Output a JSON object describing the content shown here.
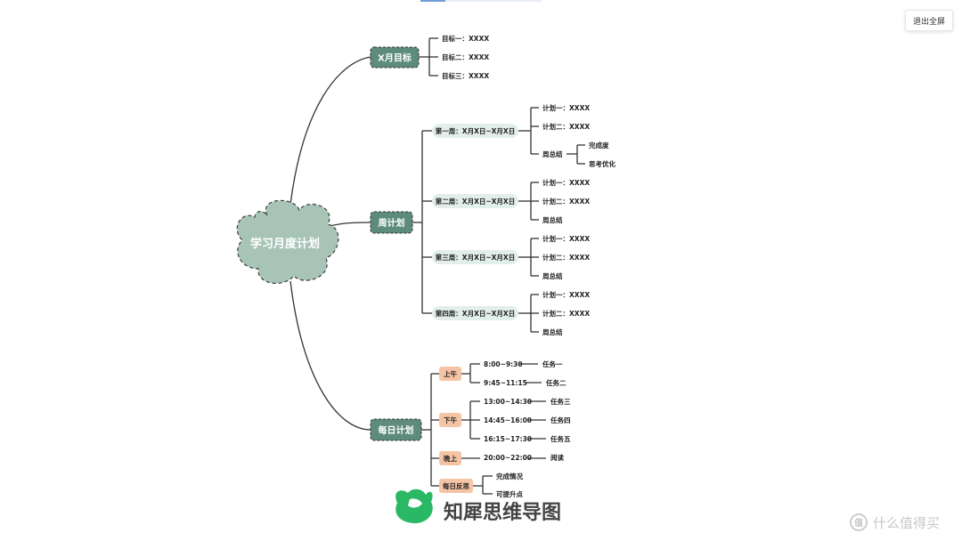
{
  "topbar": {
    "exit_fullscreen_label": "退出全屏"
  },
  "central": {
    "label": "学习月度计划"
  },
  "branches": {
    "month_goal": {
      "label": "X月目标",
      "goals": [
        "目标一：XXXX",
        "目标二：XXXX",
        "目标三：XXXX"
      ]
    },
    "weekly": {
      "label": "周计划",
      "weeks": [
        {
          "label": "第一周：X月X日~X月X日",
          "items": [
            "计划一：XXXX",
            "计划二：XXXX",
            "周总结"
          ],
          "summary_children": [
            "完成度",
            "思考优化"
          ]
        },
        {
          "label": "第二周：X月X日~X月X日",
          "items": [
            "计划一：XXXX",
            "计划二：XXXX",
            "周总结"
          ]
        },
        {
          "label": "第三周：X月X日~X月X日",
          "items": [
            "计划一：XXXX",
            "计划二：XXXX",
            "周总结"
          ]
        },
        {
          "label": "第四周：X月X日~X月X日",
          "items": [
            "计划一：XXXX",
            "计划二：XXXX",
            "周总结"
          ]
        }
      ]
    },
    "daily": {
      "label": "每日计划",
      "periods": [
        {
          "label": "上午",
          "slots": [
            {
              "time": "8:00~9:30",
              "task": "任务一"
            },
            {
              "time": "9:45~11:15",
              "task": "任务二"
            }
          ]
        },
        {
          "label": "下午",
          "slots": [
            {
              "time": "13:00~14:30",
              "task": "任务三"
            },
            {
              "time": "14:45~16:00",
              "task": "任务四"
            },
            {
              "time": "16:15~17:30",
              "task": "任务五"
            }
          ]
        },
        {
          "label": "晚上",
          "slots": [
            {
              "time": "20:00~22:00",
              "task": "阅读"
            }
          ]
        },
        {
          "label": "每日反思",
          "children": [
            "完成情况",
            "可提升点"
          ]
        }
      ]
    }
  },
  "watermark": {
    "brand": "知犀思维导图",
    "site": "什么值得买",
    "site_mark": "值"
  },
  "colors": {
    "branch_fill": "#5d8c7b",
    "cloud_fill": "#a7c4b7",
    "week_fill": "#e2efe9",
    "period_fill": "#f4c4a5",
    "line": "#333333",
    "logo_green": "#2bb865"
  }
}
